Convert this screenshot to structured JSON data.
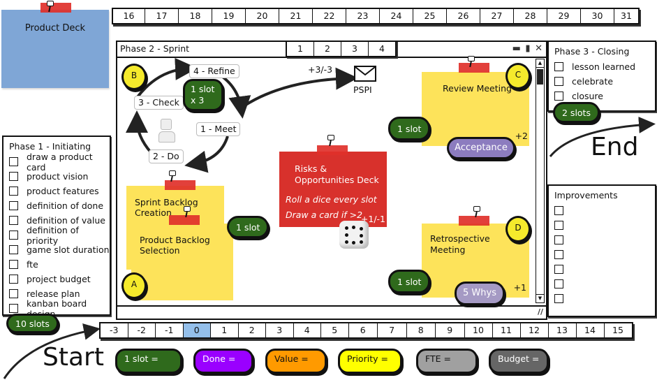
{
  "product_deck": {
    "title": "Product Deck"
  },
  "top_ruler": [
    "16",
    "17",
    "18",
    "19",
    "20",
    "21",
    "22",
    "23",
    "24",
    "25",
    "26",
    "27",
    "28",
    "29",
    "30",
    "31"
  ],
  "bottom_ruler": {
    "cells": [
      "-3",
      "-2",
      "-1",
      "0",
      "1",
      "2",
      "3",
      "4",
      "5",
      "6",
      "7",
      "8",
      "9",
      "10",
      "11",
      "12",
      "13",
      "14",
      "15"
    ],
    "active": "0"
  },
  "phase1": {
    "title": "Phase 1 - Initiating",
    "items": [
      "draw a product card",
      "product vision",
      "product features",
      "definition of done",
      "definition of value",
      "definition of priority",
      "game slot duration",
      "fte",
      "project budget",
      "release plan",
      "kanban board design"
    ],
    "slots": "10 slots"
  },
  "phase2": {
    "title": "Phase 2 - Sprint",
    "tabs": [
      "1",
      "2",
      "3",
      "4"
    ],
    "window_controls": "_ ▫ ×",
    "cycle": {
      "refine": "4 - Refine",
      "check": "3 - Check",
      "meet": "1 - Meet",
      "do": "2 - Do",
      "slot": "1 slot",
      "multiplier": "x 3"
    },
    "pspi": {
      "label": "PSPI",
      "delta": "+3/-3"
    },
    "badges": {
      "a": "A",
      "b": "B",
      "c": "C",
      "d": "D"
    },
    "sprint_backlog": "Sprint Backlog Creation",
    "product_backlog": "Product Backlog Selection",
    "backlog_slot": "1 slot",
    "risks": {
      "title": "Risks & Opportunities Deck",
      "line1": "Roll a dice every slot",
      "line2": "Draw a card if >2",
      "delta": "+1/-1"
    },
    "review": {
      "title": "Review Meeting",
      "slot": "1 slot",
      "pill": "Acceptance",
      "delta": "+2"
    },
    "retro": {
      "title": "Retrospective Meeting",
      "slot": "1 slot",
      "pill": "5 Whys",
      "delta": "+1"
    }
  },
  "phase3": {
    "title": "Phase 3 - Closing",
    "items": [
      "lesson learned",
      "celebrate",
      "closure"
    ],
    "slots": "2 slots"
  },
  "improvements": {
    "title": "Improvements",
    "count": 7
  },
  "start_label": "Start",
  "end_label": "End",
  "legend": [
    {
      "label": "1 slot =",
      "color": "#2f6a1c",
      "text": "#ffffff"
    },
    {
      "label": "Done =",
      "color": "#9a00ff",
      "text": "#ffffff"
    },
    {
      "label": "Value =",
      "color": "#ff9a00",
      "text": "#111111"
    },
    {
      "label": "Priority =",
      "color": "#ffff00",
      "text": "#111111"
    },
    {
      "label": "FTE =",
      "color": "#a0a0a0",
      "text": "#111111"
    },
    {
      "label": "Budget =",
      "color": "#666666",
      "text": "#ffffff"
    }
  ],
  "colors": {
    "slot_green": "#2f6a1c",
    "sticky_yellow": "#fde35a",
    "sticky_blue": "#7fa6d6",
    "risk_red": "#d8312c",
    "pill_purple": "#8c7cbf",
    "active_cell": "#94bfea"
  }
}
